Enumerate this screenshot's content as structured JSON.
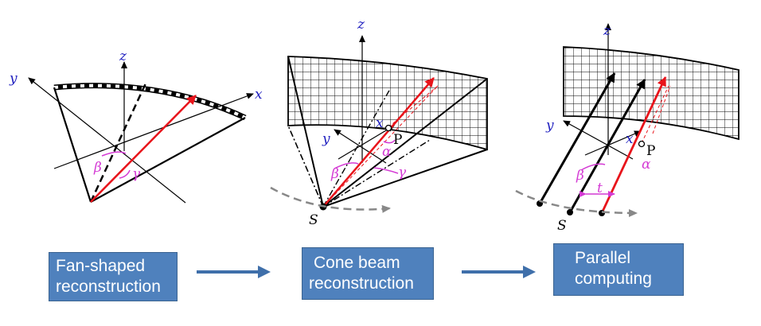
{
  "panels": {
    "fan": {
      "axes": {
        "y": "y",
        "z": "z",
        "x": "x"
      },
      "angles": {
        "beta": "β",
        "gamma": "γ"
      }
    },
    "cone": {
      "axes": {
        "z": "z",
        "x": "x",
        "y": "y"
      },
      "points": {
        "p": "P",
        "s": "S"
      },
      "angles": {
        "beta": "β",
        "gamma": "γ",
        "alpha": "α"
      }
    },
    "parallel": {
      "axes": {
        "z": "z",
        "x": "x",
        "y": "y"
      },
      "points": {
        "p": "P",
        "s": "S",
        "t": "t"
      },
      "angles": {
        "beta": "β",
        "alpha": "α"
      }
    }
  },
  "steps": [
    {
      "line1": "Fan-shaped",
      "line2": "reconstruction"
    },
    {
      "line1": "Cone beam",
      "line2": "reconstruction"
    },
    {
      "line1": "Parallel",
      "line2": "computing"
    }
  ],
  "colors": {
    "axis_label": "#1f1fbf",
    "angle": "#d43ad4",
    "ray": "#e8141b",
    "box_fill": "#4f81bd",
    "flow_arrow": "#3f6faa"
  }
}
